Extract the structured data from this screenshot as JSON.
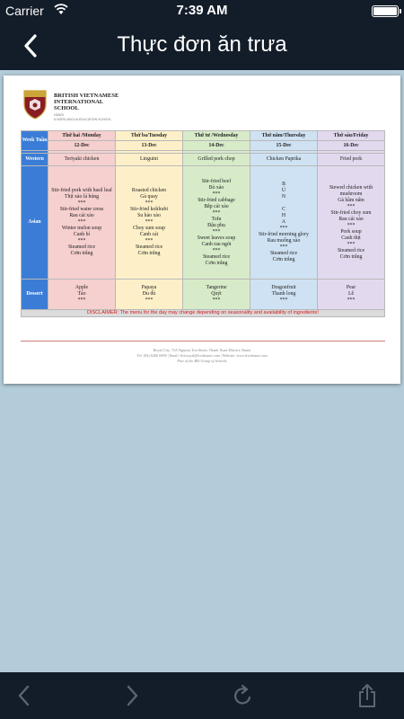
{
  "status_bar": {
    "carrier": "Carrier",
    "time": "7:39 AM",
    "battery_level": 1.0
  },
  "nav": {
    "title": "Thực đơn ăn trưa"
  },
  "document": {
    "school_name": "BRITISH VIETNAMESE INTERNATIONAL SCHOOL",
    "school_subtitle": "HANOI",
    "school_tagline": "A NORD ANGLIA EDUCATION SCHOOL",
    "menu": {
      "week_label": "Week Tuần",
      "days": [
        {
          "name": "Thứ hai /Monday",
          "date": "12-Dec"
        },
        {
          "name": "Thứ ba/Tuesday",
          "date": "13-Dec"
        },
        {
          "name": "Thứ tư /Wednesday",
          "date": "14-Dec"
        },
        {
          "name": "Thứ năm/Thursday",
          "date": "15-Dec"
        },
        {
          "name": "Thứ sáu/Friday",
          "date": "16-Dec"
        }
      ],
      "western_label": "Western",
      "western": [
        "Teriyaki chicken",
        "Linguini",
        "Grilled pork chop",
        "Chicken Paprika",
        "Fried pork"
      ],
      "asian_label": "Asian",
      "asian": [
        [
          "Stir-fried pork with basil leaf",
          "Thịt xào lá húng",
          "***",
          "Stir-fried water cress",
          "Rau cải xào",
          "***",
          "Winter melon soup",
          "Canh bí",
          "***",
          "Steamed rice",
          "Cơm trắng"
        ],
        [
          "Roasted chicken",
          "Gà quay",
          "***",
          "Stir-fried kohlrabi",
          "Su hào xào",
          "***",
          "Choy sum soup",
          "Canh cải",
          "***",
          "Steamed rice",
          "Cơm trắng"
        ],
        [
          "Stir-fried beef",
          "Bò xào",
          "***",
          "Stir-fried cabbage",
          "Bắp cải xào",
          "***",
          "Tofu",
          "Đậu phụ",
          "***",
          "Sweet leaves soup",
          "Canh rau ngót",
          "***",
          "Steamed rice",
          "Cơm trắng"
        ],
        [
          "B",
          "Ú",
          "N",
          "",
          "C",
          "H",
          "A",
          "***",
          "Stir-fried morning glory",
          "Rau muống xào",
          "***",
          "Steamed rice",
          "Cơm trắng"
        ],
        [
          "Stewed chicken with mushroom",
          "Gà hầm nấm",
          "***",
          "Stir-fried choy sum",
          "Rau cải xào",
          "***",
          "Pork soup",
          "Canh thịt",
          "***",
          "Steamed rice",
          "Cơm trắng"
        ]
      ],
      "dessert_label": "Dessert",
      "dessert": [
        [
          "Apple",
          "Táo",
          "***"
        ],
        [
          "Papaya",
          "Đu đủ",
          "***"
        ],
        [
          "Tangerine",
          "Quýt",
          "***"
        ],
        [
          "Dragonfruit",
          "Thanh long",
          "***"
        ],
        [
          "Pear",
          "Lê",
          "***"
        ]
      ],
      "disclaimer": "DISCLAIMER: The menu for the day may change depending on seasonality and availability of ingredients!"
    },
    "footer": {
      "address": "Royal City, 72A Nguyen Trai Street, Thanh Xuan District, Hanoi",
      "contact": "Tel: (84) 6266 6900 | Email: bvisroyal@bvishanoi.com | Website: www.bvishanoi.com",
      "group": "Part of the BIS Group of Schools"
    }
  },
  "toolbar": {
    "icons": [
      "back-arrow-icon",
      "forward-arrow-icon",
      "refresh-icon",
      "share-icon"
    ]
  },
  "colors": {
    "bar_background": "#131d29",
    "page_background": "#b3ccd9",
    "row_header_blue": "#3b7dd6",
    "disclaimer_red": "#d01818"
  }
}
